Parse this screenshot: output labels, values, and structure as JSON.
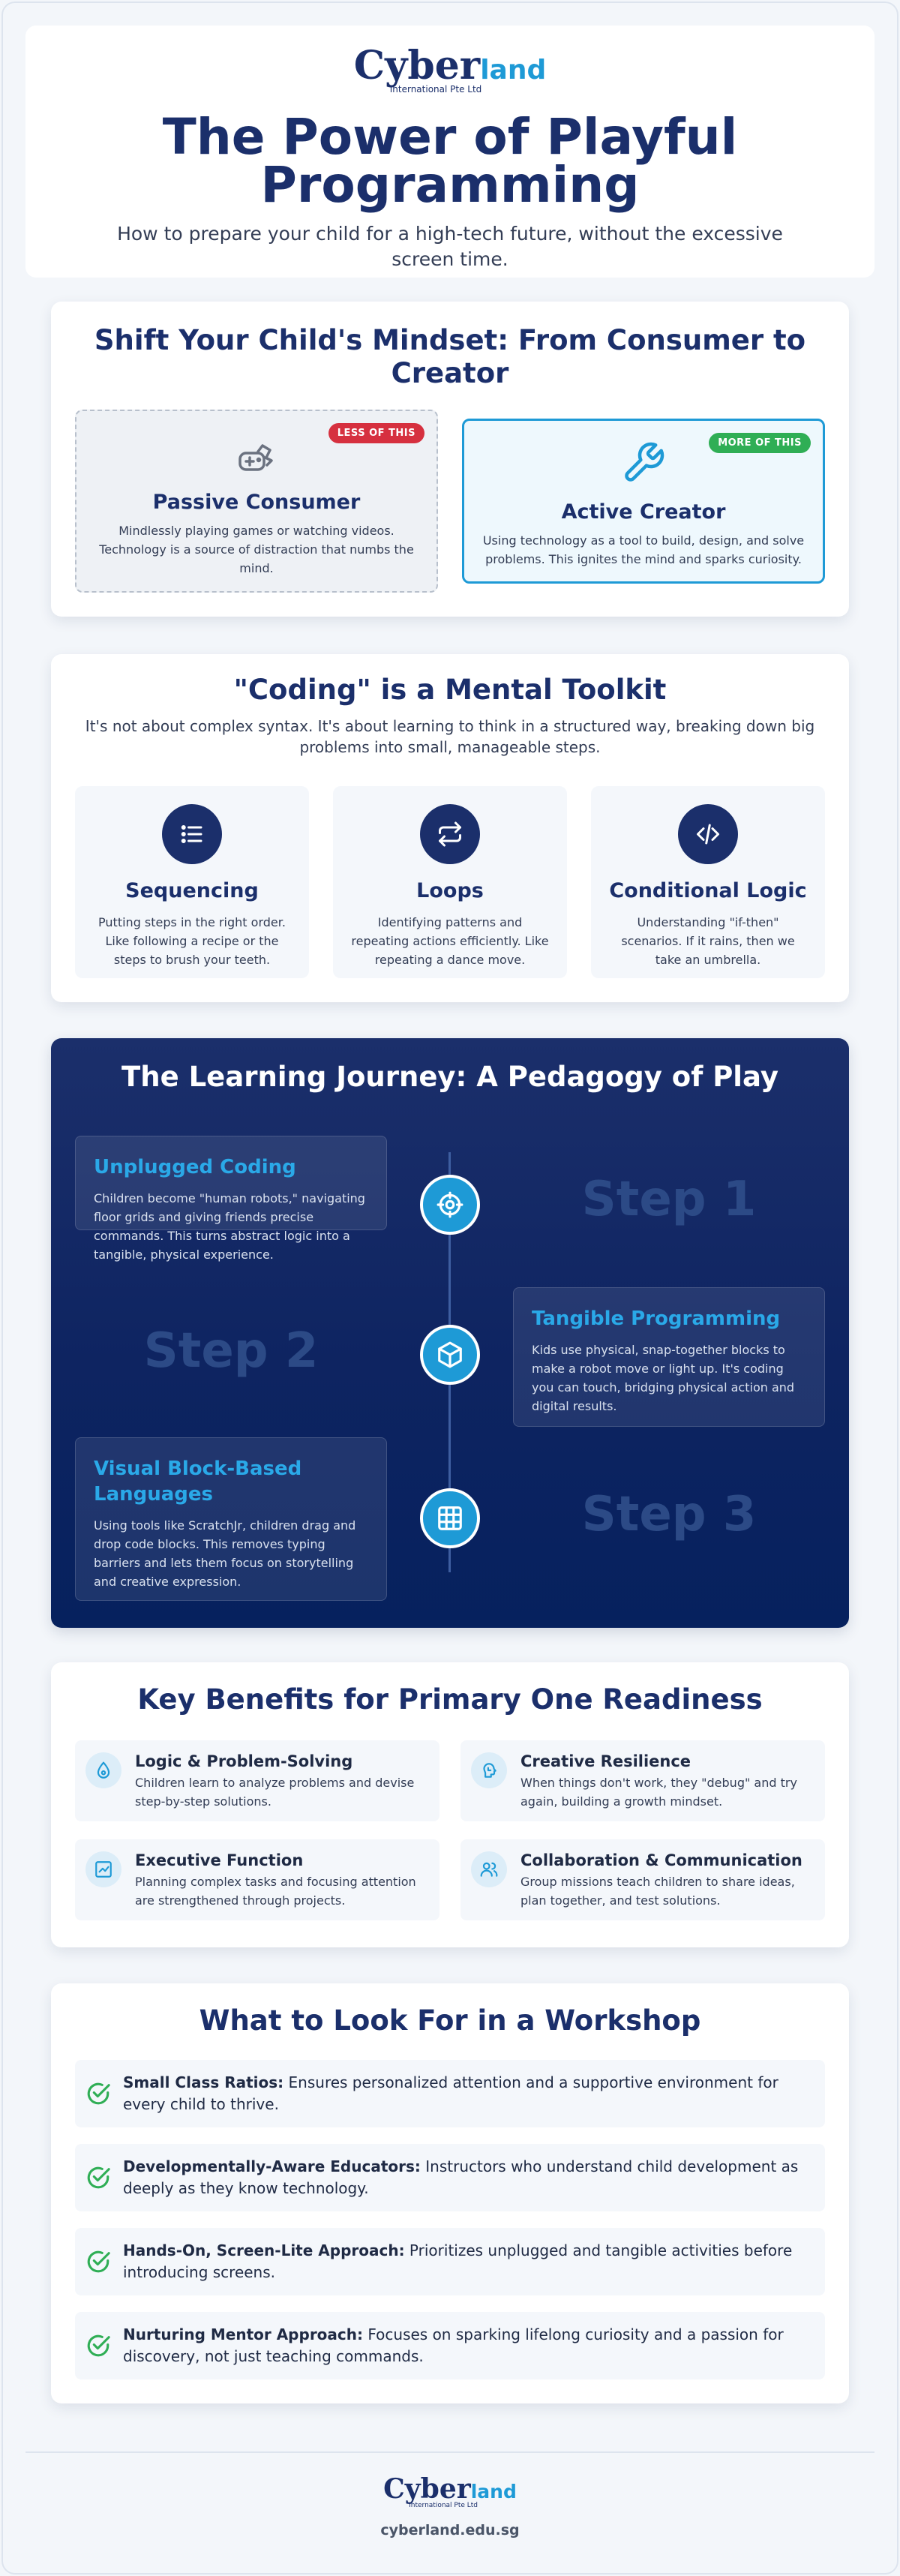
{
  "brand": {
    "logo_c": "C",
    "logo_y": "yber",
    "logo_land": "land",
    "logo_sub": "International Pte Ltd",
    "navy": "#1b2f6b",
    "blue": "#1e9ad6"
  },
  "header": {
    "title": "The Power of Playful Programming",
    "subtitle": "How to prepare your child for a high-tech future, without the excessive screen time."
  },
  "mindset": {
    "title": "Shift Your Child's Mindset: From Consumer to Creator",
    "passive": {
      "tag": "LESS OF THIS",
      "icon": "gamepad-icon",
      "title": "Passive Consumer",
      "text": "Mindlessly playing games or watching videos. Technology is a source of distraction that numbs the mind."
    },
    "active": {
      "tag": "MORE OF THIS",
      "icon": "wrench-icon",
      "title": "Active Creator",
      "text": "Using technology as a tool to build, design, and solve problems. This ignites the mind and sparks curiosity."
    }
  },
  "toolkit": {
    "title": "\"Coding\" is a Mental Toolkit",
    "subtitle": "It's not about complex syntax. It's about learning to think in a structured way, breaking down big problems into small, manageable steps.",
    "items": [
      {
        "icon": "list-icon",
        "title": "Sequencing",
        "text": "Putting steps in the right order. Like following a recipe or the steps to brush your teeth."
      },
      {
        "icon": "repeat-icon",
        "title": "Loops",
        "text": "Identifying patterns and repeating actions efficiently. Like repeating a dance move."
      },
      {
        "icon": "code-icon",
        "title": "Conditional Logic",
        "text": "Understanding \"if-then\" scenarios. If it rains, then we take an umbrella."
      }
    ]
  },
  "journey": {
    "title": "The Learning Journey: A Pedagogy of Play",
    "steps": [
      {
        "label": "Step 1",
        "icon": "target-icon",
        "title": "Unplugged Coding",
        "text": "Children become \"human robots,\" navigating floor grids and giving friends precise commands. This turns abstract logic into a tangible, physical experience."
      },
      {
        "label": "Step 2",
        "icon": "cube-icon",
        "title": "Tangible Programming",
        "text": "Kids use physical, snap-together blocks to make a robot move or light up. It's coding you can touch, bridging physical action and digital results."
      },
      {
        "label": "Step 3",
        "icon": "grid-icon",
        "title": "Visual Block-Based Languages",
        "text": "Using tools like ScratchJr, children drag and drop code blocks. This removes typing barriers and lets them focus on storytelling and creative expression."
      }
    ]
  },
  "benefits": {
    "title": "Key Benefits for Primary One Readiness",
    "items": [
      {
        "icon": "drop-icon",
        "title": "Logic & Problem-Solving",
        "text": "Children learn to analyze problems and devise step-by-step solutions."
      },
      {
        "icon": "brain-icon",
        "title": "Creative Resilience",
        "text": "When things don't work, they \"debug\" and try again, building a growth mindset."
      },
      {
        "icon": "chart-icon",
        "title": "Executive Function",
        "text": "Planning complex tasks and focusing attention are strengthened through projects."
      },
      {
        "icon": "users-icon",
        "title": "Collaboration & Communication",
        "text": "Group missions teach children to share ideas, plan together, and test solutions."
      }
    ]
  },
  "workshop": {
    "title": "What to Look For in a Workshop",
    "items": [
      {
        "bold": "Small Class Ratios:",
        "text": " Ensures personalized attention and a supportive environment for every child to thrive."
      },
      {
        "bold": "Developmentally-Aware Educators:",
        "text": " Instructors who understand child development as deeply as they know technology."
      },
      {
        "bold": "Hands-On, Screen-Lite Approach:",
        "text": " Prioritizes unplugged and tangible activities before introducing screens."
      },
      {
        "bold": "Nurturing Mentor Approach:",
        "text": " Focuses on sparking lifelong curiosity and a passion for discovery, not just teaching commands."
      }
    ]
  },
  "footer": {
    "url": "cyberland.edu.sg"
  }
}
